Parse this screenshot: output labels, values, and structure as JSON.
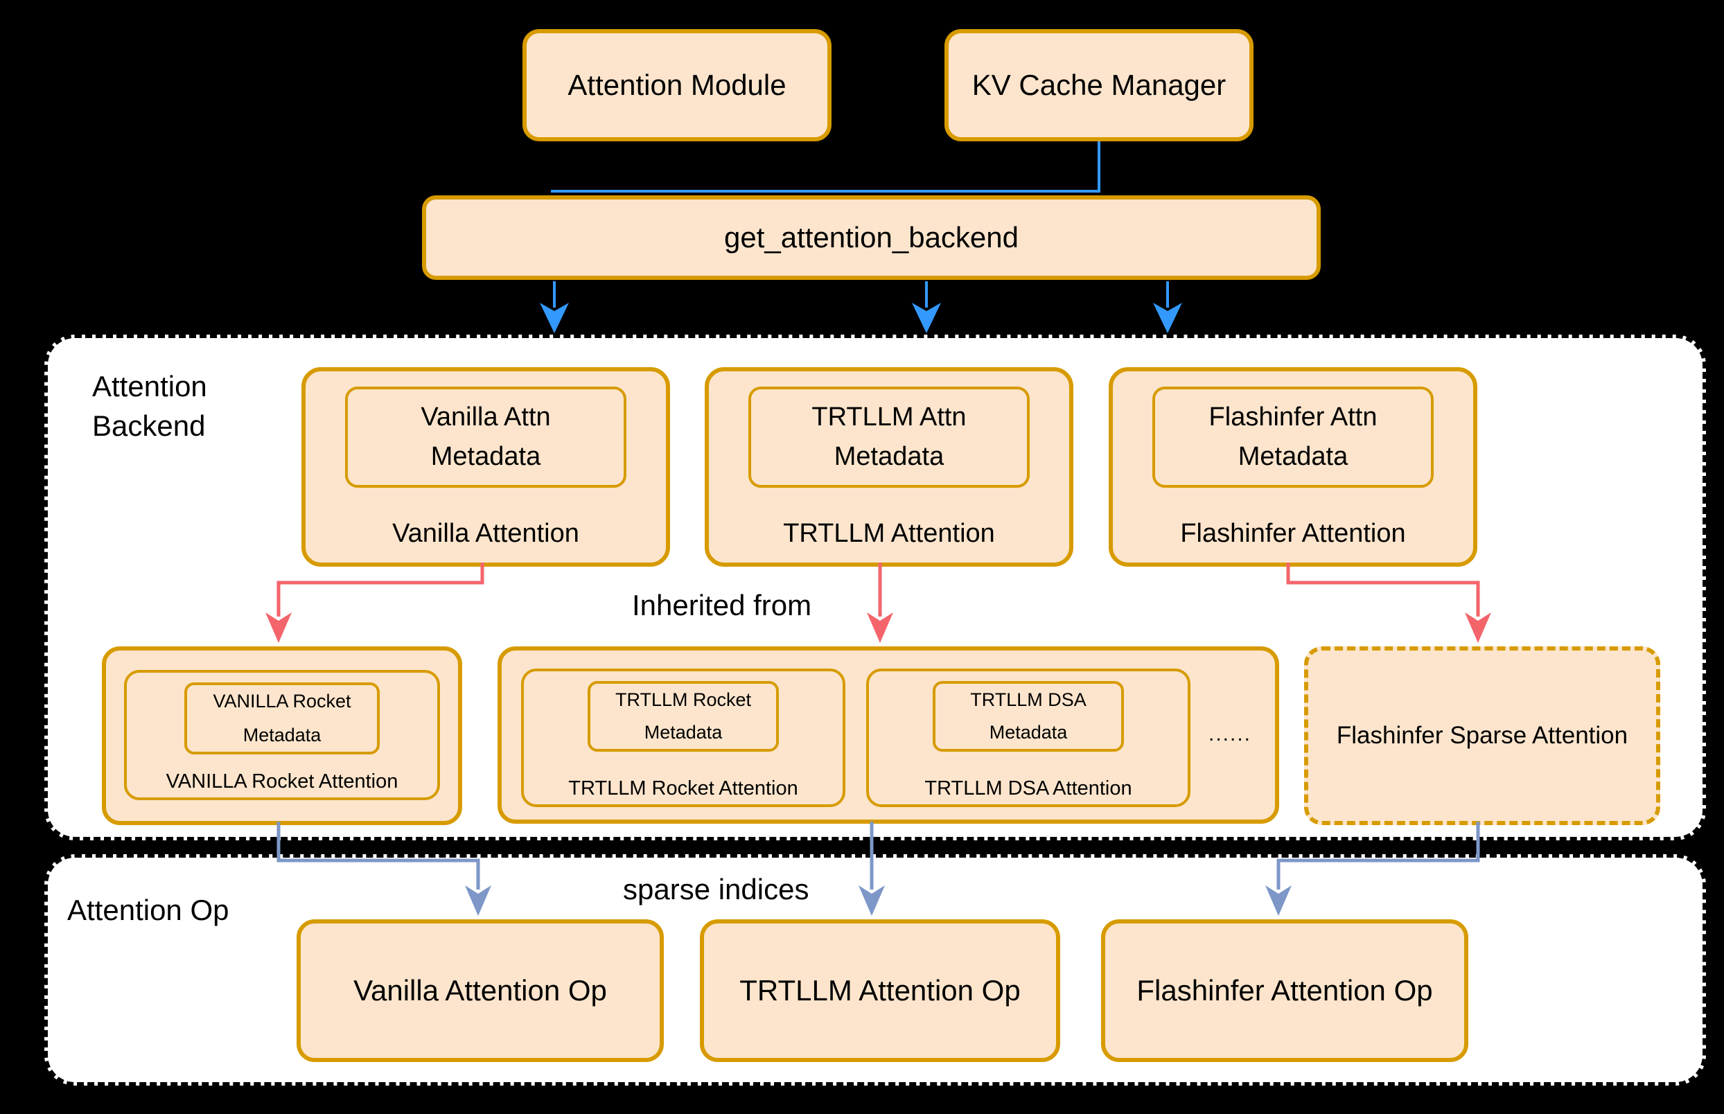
{
  "colors": {
    "peach": "#FCE5CC",
    "gold": "#D79B00",
    "blue": "#3399FF",
    "steel": "#7D97C8",
    "red": "#F4646B",
    "paper": "#FFFFFF",
    "ink": "#000000"
  },
  "top": {
    "attention_module": "Attention Module",
    "kv_cache_manager": "KV Cache Manager",
    "get_attention_backend": "get_attention_backend"
  },
  "backend": {
    "label_line1": "Attention",
    "label_line2": "Backend",
    "inherited_from": "Inherited from",
    "backends": [
      {
        "metadata_line1": "Vanilla Attn",
        "metadata_line2": "Metadata",
        "label": "Vanilla Attention"
      },
      {
        "metadata_line1": "TRTLLM Attn",
        "metadata_line2": "Metadata",
        "label": "TRTLLM Attention"
      },
      {
        "metadata_line1": "Flashinfer Attn",
        "metadata_line2": "Metadata",
        "label": "Flashinfer Attention"
      }
    ],
    "derived": {
      "vanilla_rocket": {
        "metadata_line1": "VANILLA Rocket",
        "metadata_line2": "Metadata",
        "label": "VANILLA Rocket Attention"
      },
      "trtllm": [
        {
          "metadata_line1": "TRTLLM Rocket",
          "metadata_line2": "Metadata",
          "label": "TRTLLM Rocket Attention"
        },
        {
          "metadata_line1": "TRTLLM DSA",
          "metadata_line2": "Metadata",
          "label": "TRTLLM DSA Attention"
        }
      ],
      "ellipsis": "......",
      "flashinfer_sparse": "Flashinfer Sparse Attention"
    }
  },
  "ops": {
    "section_label": "Attention Op",
    "sparse_indices": "sparse indices",
    "items": [
      "Vanilla Attention Op",
      "TRTLLM Attention Op",
      "Flashinfer Attention Op"
    ]
  }
}
